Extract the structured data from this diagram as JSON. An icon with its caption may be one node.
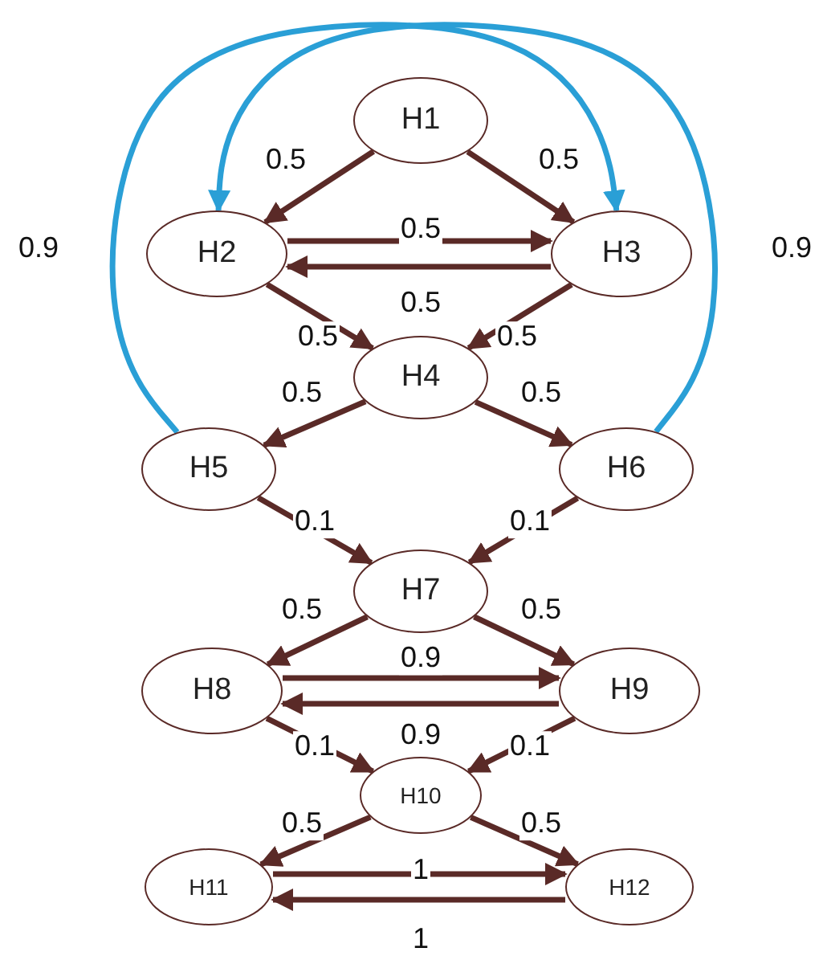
{
  "diagram": {
    "nodes": [
      {
        "text": [
          "H1"
        ]
      },
      {
        "text": [
          "H2"
        ]
      },
      {
        "text": [
          "H3"
        ]
      },
      {
        "text": [
          "H4"
        ]
      },
      {
        "text": [
          "H5"
        ]
      },
      {
        "text": [
          "H6"
        ]
      },
      {
        "text": [
          "H7"
        ]
      },
      {
        "text": [
          "H8"
        ]
      },
      {
        "text": [
          "H9"
        ]
      },
      {
        "text": [
          "H10"
        ]
      },
      {
        "text": [
          "H11"
        ]
      },
      {
        "text": [
          "H12"
        ]
      }
    ],
    "edges": [
      {
        "from": 0,
        "to": 1,
        "arrow": "to",
        "label": "0.5"
      },
      {
        "from": 0,
        "to": 2,
        "arrow": "to",
        "label": "0.5"
      },
      {
        "from": 1,
        "to": 2,
        "arrow": "to",
        "label": "0.5"
      },
      {
        "from": 2,
        "to": 1,
        "arrow": "to",
        "label": "0.5"
      },
      {
        "from": 1,
        "to": 3,
        "arrow": "to",
        "label": "0.5"
      },
      {
        "from": 2,
        "to": 3,
        "arrow": "to",
        "label": "0.5"
      },
      {
        "from": 3,
        "to": 4,
        "arrow": "to",
        "label": "0.5"
      },
      {
        "from": 3,
        "to": 5,
        "arrow": "to",
        "label": "0.5"
      },
      {
        "from": 4,
        "to": 6,
        "arrow": "to",
        "label": "0.1"
      },
      {
        "from": 5,
        "to": 6,
        "arrow": "to",
        "label": "0.1"
      },
      {
        "from": 6,
        "to": 7,
        "arrow": "to",
        "label": "0.5"
      },
      {
        "from": 6,
        "to": 8,
        "arrow": "to",
        "label": "0.5"
      },
      {
        "from": 7,
        "to": 8,
        "arrow": "to",
        "label": "0.9"
      },
      {
        "from": 8,
        "to": 7,
        "arrow": "to",
        "label": "0.9"
      },
      {
        "from": 7,
        "to": 9,
        "arrow": "to",
        "label": "0.1"
      },
      {
        "from": 8,
        "to": 9,
        "arrow": "to",
        "label": "0.1"
      },
      {
        "from": 9,
        "to": 10,
        "arrow": "to",
        "label": "0.5"
      },
      {
        "from": 9,
        "to": 11,
        "arrow": "to",
        "label": "0.5"
      },
      {
        "from": 10,
        "to": 11,
        "arrow": "to",
        "label": "1"
      },
      {
        "from": 11,
        "to": 10,
        "arrow": "to",
        "label": "1"
      },
      {
        "from": 4,
        "to": 2,
        "arrow": "to",
        "label": "0.9",
        "color": "#2a9fd6"
      },
      {
        "from": 5,
        "to": 1,
        "arrow": "to",
        "label": "0.9",
        "color": "#2a9fd6"
      }
    ]
  }
}
